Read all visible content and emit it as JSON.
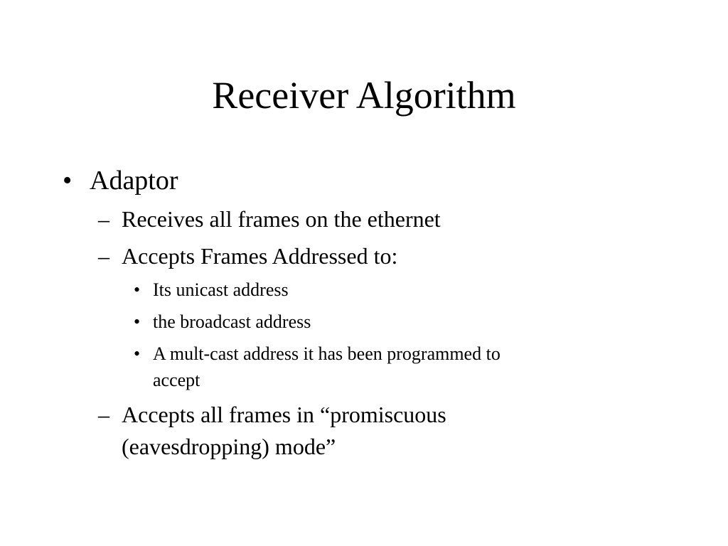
{
  "slide": {
    "title": "Receiver Algorithm",
    "bullet_glyph": "•",
    "dash_glyph": "–",
    "items": [
      {
        "text": "Adaptor"
      },
      {
        "text": "Receives all frames on the ethernet"
      },
      {
        "text": "Accepts Frames Addressed to:"
      },
      {
        "text": "Its unicast address"
      },
      {
        "text": "the broadcast address"
      },
      {
        "text": "A mult-cast address it has been programmed to"
      },
      {
        "text": "accept"
      },
      {
        "text": "Accepts all frames in “promiscuous"
      },
      {
        "text": "(eavesdropping) mode”"
      }
    ]
  }
}
